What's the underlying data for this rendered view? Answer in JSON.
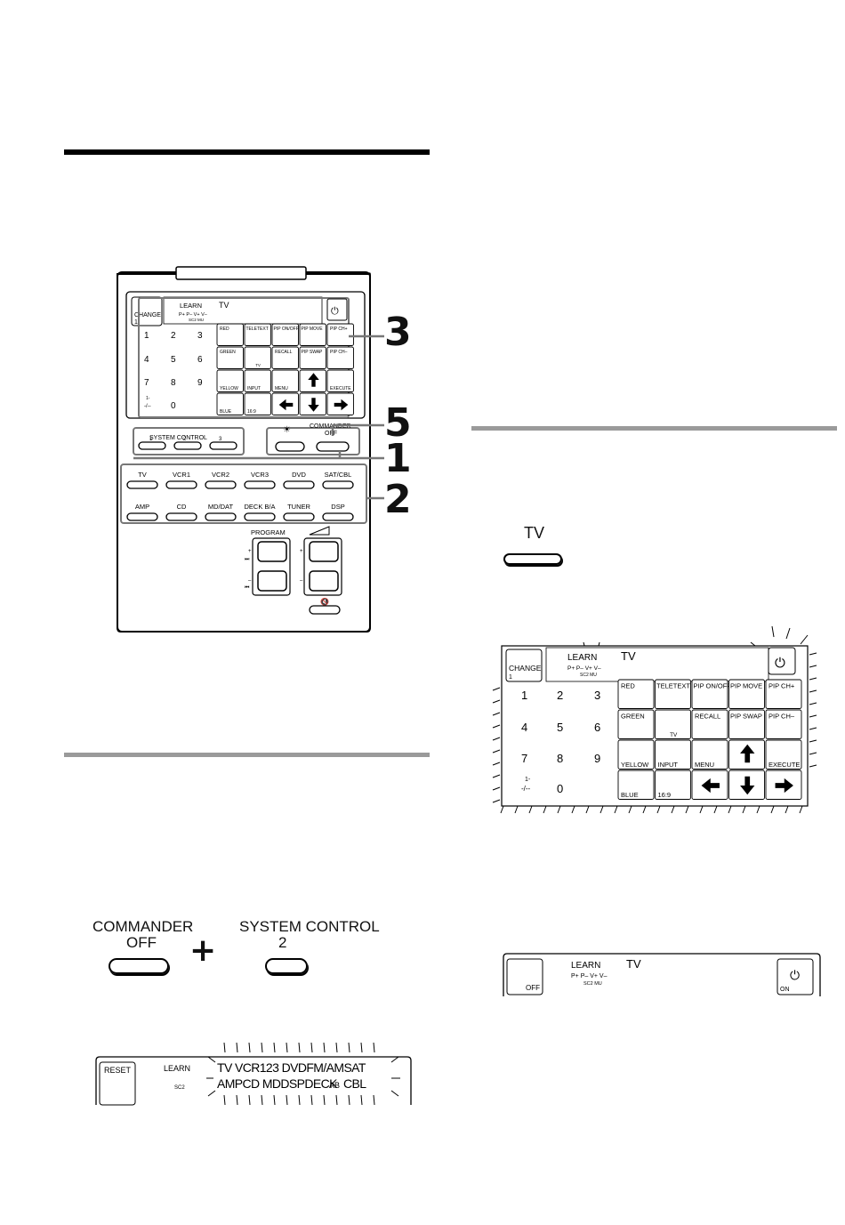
{
  "remote": {
    "display": {
      "change_label": "CHANGE",
      "change_num": "1",
      "learn": "LEARN",
      "mode": "TV",
      "sub1": "P+  P–  V+  V–",
      "sub2": "SC2        MU",
      "power_symbol": "⏻"
    },
    "digits": [
      "1",
      "2",
      "3",
      "4",
      "5",
      "6",
      "7",
      "8",
      "9"
    ],
    "digit_extra_top": "1-",
    "digit_extra_bottom": "-/--",
    "digit_zero": "0",
    "keys_row1": [
      "RED",
      "TELETEXT",
      "PIP ON/OFF",
      "PIP MOVE",
      "PIP CH+"
    ],
    "keys_row2": [
      "GREEN",
      "",
      "RECALL",
      "PIP SWAP",
      "PIP CH–"
    ],
    "key_row2_sub": "TV",
    "keys_row3": [
      "YELLOW",
      "INPUT",
      "MENU",
      "",
      "EXECUTE"
    ],
    "keys_row4": [
      "BLUE",
      "16:9",
      "",
      "",
      ""
    ],
    "system_control_label": "SYSTEM  CONTROL",
    "system_control_nums": [
      "1",
      "2",
      "3"
    ],
    "commander_label": "COMMANDER",
    "commander_off": "OFF",
    "light_icon": "light-icon",
    "devices_row1": [
      "TV",
      "VCR1",
      "VCR2",
      "VCR3",
      "DVD",
      "SAT/CBL"
    ],
    "devices_row2": [
      "AMP",
      "CD",
      "MD/DAT",
      "DECK B/A",
      "TUNER",
      "DSP"
    ],
    "program_label": "PROGRAM",
    "plus": "+",
    "minus": "–",
    "volume_icon": "volume-icon",
    "mute_icon": "mute-icon"
  },
  "callouts": [
    "3",
    "5",
    "1",
    "2"
  ],
  "combo": {
    "left_top": "COMMANDER",
    "left_bottom": "OFF",
    "plus": "+",
    "right_top": "SYSTEM CONTROL",
    "right_bottom": "2"
  },
  "reset_display": {
    "reset": "RESET",
    "learn": "LEARN",
    "sc2": "SC2",
    "line1": "TV VCR123 DVDFM/AMSAT",
    "line2_a": "AMPCD MDDSPDECK",
    "line2_ab": "AB",
    "line2_b": "CBL"
  },
  "tv_key_label": "TV",
  "blink_display": {
    "change_label": "CHANGE",
    "change_num": "1",
    "learn": "LEARN",
    "mode": "TV",
    "sub1": "P+  P–  V+  V–",
    "sub2": "SC2        MU",
    "digits": [
      "1",
      "2",
      "3",
      "4",
      "5",
      "6",
      "7",
      "8",
      "9"
    ],
    "digit_extra_top": "1-",
    "digit_extra_bottom": "-/--",
    "digit_zero": "0",
    "keys_row1": [
      "RED",
      "TELETEXT",
      "PIP ON/OFF",
      "PIP MOVE",
      "PIP CH+"
    ],
    "keys_row2": [
      "GREEN",
      "",
      "RECALL",
      "PIP SWAP",
      "PIP CH–"
    ],
    "key_row2_sub": "TV",
    "keys_row3": [
      "YELLOW",
      "INPUT",
      "MENU",
      "",
      "EXECUTE"
    ],
    "keys_row4": [
      "BLUE",
      "16:9",
      "",
      "",
      ""
    ]
  },
  "off_display": {
    "off": "OFF",
    "learn": "LEARN",
    "mode": "TV",
    "sub1": "P+  P–  V+  V–",
    "sub2": "SC2        MU",
    "on": "ON"
  }
}
